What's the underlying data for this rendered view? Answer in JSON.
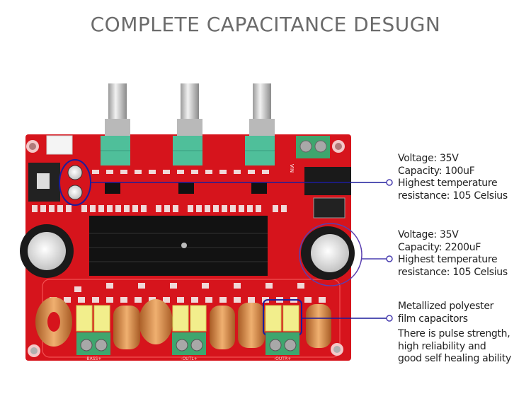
{
  "title": "COMPLETE CAPACITANCE DESUGN",
  "board": {
    "labels": {
      "bass": "-BASS+",
      "outl": "-OUTL+",
      "outr": "-OUTR+",
      "vin": "VIN"
    },
    "colors": {
      "pcb": "#d6141c",
      "heatsink": "#111111",
      "potentiometer": "#4fbf9a",
      "terminal": "#3ea66e",
      "film_capacitor": "#f2ee8c",
      "inductor": "#c9803f",
      "callout_line": "#1c1c9c"
    }
  },
  "callouts": [
    {
      "lines": [
        "Voltage: 35V",
        "Capacity: 100uF",
        "Highest temperature",
        "resistance: 105 Celsius"
      ]
    },
    {
      "lines": [
        "Voltage: 35V",
        "Capacity: 2200uF",
        "Highest temperature",
        "resistance: 105 Celsius"
      ]
    },
    {
      "lines": [
        "Metallized polyester",
        "film capacitors"
      ],
      "extra": [
        "There is pulse strength,",
        "high reliability and",
        "good self healing ability"
      ]
    }
  ]
}
